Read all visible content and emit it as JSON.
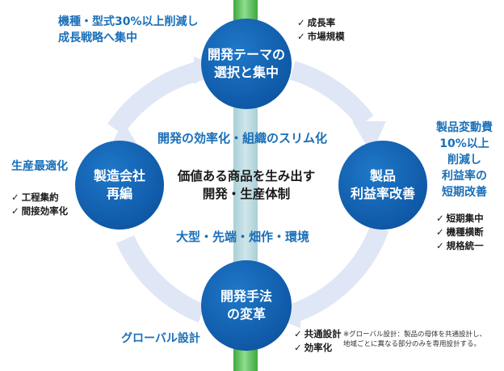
{
  "colors": {
    "circle": "#1464b4",
    "ring": "#dfe6f6",
    "pillar": "#6cc96c",
    "text_blue": "#1a6fb8"
  },
  "top_node": {
    "line1": "開発テーマの",
    "line2": "選択と集中"
  },
  "right_node": {
    "line1": "製品",
    "line2": "利益率改善"
  },
  "bottom_node": {
    "line1": "開発手法",
    "line2": "の変革"
  },
  "left_node": {
    "line1": "製造会社",
    "line2": "再編"
  },
  "center": {
    "line1": "価値ある商品を生み出す",
    "line2": "開発・生産体制"
  },
  "horizontal_label_top": "開発の効率化・組織のスリム化",
  "horizontal_label_bottom": "大型・先端・畑作・環境",
  "top_left_note": {
    "line1": "機種・型式30%以上削減し",
    "line2": "成長戦略へ集中"
  },
  "top_right_checks": [
    "成長率",
    "市場規模"
  ],
  "left_note": "生産最適化",
  "left_checks": [
    "工程集約",
    "間接効率化"
  ],
  "right_note": [
    "製品変動費",
    "10%以上",
    "削減し",
    "利益率の",
    "短期改善"
  ],
  "right_checks": [
    "短期集中",
    "機種横断",
    "規格統一"
  ],
  "bottom_left_note": "グローバル設計",
  "bottom_checks": [
    "共通設計",
    "効率化"
  ],
  "footnote": {
    "line1": "※グローバル設計：製品の母体を共通設計し、",
    "line2": "地域ごとに異なる部分のみを専用設計する。"
  }
}
